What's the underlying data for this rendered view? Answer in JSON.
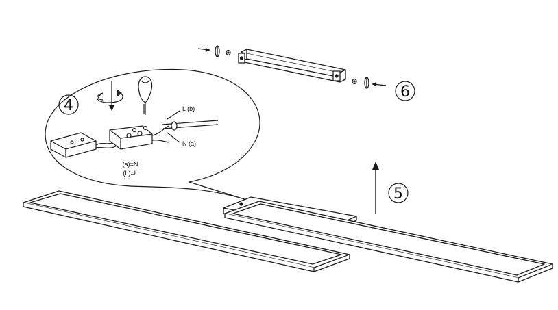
{
  "steps": {
    "four": "4",
    "five": "5",
    "six": "6"
  },
  "wiring": {
    "live_tag": "L (b)",
    "neutral_tag": "N (a)",
    "legend_a": "(a)=N",
    "legend_b": "(b)=L"
  },
  "colors": {
    "line": "#1a1a1a",
    "background": "#ffffff"
  }
}
